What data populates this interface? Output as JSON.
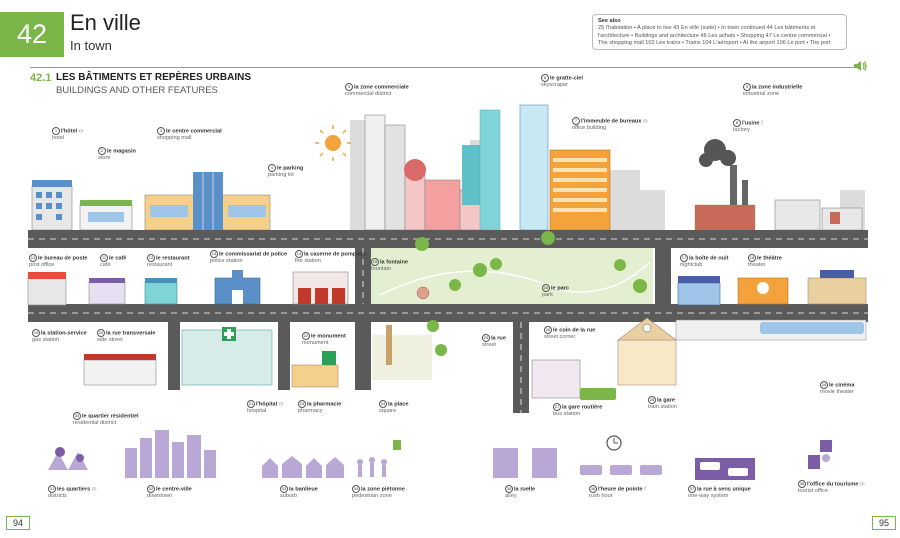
{
  "chapter": {
    "number": "42",
    "title_fr": "En ville",
    "title_en": "In town"
  },
  "see_also": {
    "heading": "See also",
    "text": "25 l'habitation • A place to live 43 En ville (suite) • In town continued 44 Les bâtiments et l'architecture • Buildings and architecture 46 Les achats • Shopping 47 Le centre commercial • The shopping mall 102 Les trains • Trains 104 L'aéroport • At the airport 106 Le port • The port"
  },
  "section": {
    "number": "42.1",
    "title_fr": "LES BÂTIMENTS ET REPÈRES URBAINS",
    "title_en": "BUILDINGS AND OTHER FEATURES"
  },
  "labels": [
    {
      "n": "1",
      "fr": "l'hôtel",
      "g": "m",
      "en": "hotel"
    },
    {
      "n": "2",
      "fr": "le magasin",
      "g": "",
      "en": "store"
    },
    {
      "n": "3",
      "fr": "le centre commercial",
      "g": "",
      "en": "shopping mall"
    },
    {
      "n": "4",
      "fr": "le parking",
      "g": "",
      "en": "parking lot"
    },
    {
      "n": "5",
      "fr": "la zone commerciale",
      "g": "",
      "en": "commercial district"
    },
    {
      "n": "6",
      "fr": "le gratte-ciel",
      "g": "",
      "en": "skyscraper"
    },
    {
      "n": "7",
      "fr": "l'immeuble de bureaux",
      "g": "m",
      "en": "office building"
    },
    {
      "n": "8",
      "fr": "l'usine",
      "g": "f",
      "en": "factory"
    },
    {
      "n": "9",
      "fr": "la zone industrielle",
      "g": "",
      "en": "industrial zone"
    },
    {
      "n": "10",
      "fr": "le bureau de poste",
      "g": "",
      "en": "post office"
    },
    {
      "n": "11",
      "fr": "le café",
      "g": "",
      "en": "café"
    },
    {
      "n": "12",
      "fr": "le restaurant",
      "g": "",
      "en": "restaurant"
    },
    {
      "n": "13",
      "fr": "le commissariat de police",
      "g": "",
      "en": "police station"
    },
    {
      "n": "14",
      "fr": "la caserne de pompiers",
      "g": "",
      "en": "fire station"
    },
    {
      "n": "15",
      "fr": "la fontaine",
      "g": "",
      "en": "fountain"
    },
    {
      "n": "16",
      "fr": "le parc",
      "g": "",
      "en": "park"
    },
    {
      "n": "17",
      "fr": "la boîte de nuit",
      "g": "",
      "en": "nightclub"
    },
    {
      "n": "18",
      "fr": "le théâtre",
      "g": "",
      "en": "theater"
    },
    {
      "n": "19",
      "fr": "la station-service",
      "g": "",
      "en": "gas station"
    },
    {
      "n": "20",
      "fr": "la rue transversale",
      "g": "",
      "en": "side street"
    },
    {
      "n": "21",
      "fr": "l'hôpital",
      "g": "m",
      "en": "hospital"
    },
    {
      "n": "22",
      "fr": "le monument",
      "g": "",
      "en": "monument"
    },
    {
      "n": "23",
      "fr": "la pharmacie",
      "g": "",
      "en": "pharmacy"
    },
    {
      "n": "24",
      "fr": "la place",
      "g": "",
      "en": "square"
    },
    {
      "n": "25",
      "fr": "la rue",
      "g": "",
      "en": "street"
    },
    {
      "n": "26",
      "fr": "le coin de la rue",
      "g": "",
      "en": "street corner"
    },
    {
      "n": "27",
      "fr": "la gare routière",
      "g": "",
      "en": "bus station"
    },
    {
      "n": "28",
      "fr": "la gare",
      "g": "",
      "en": "train station"
    },
    {
      "n": "29",
      "fr": "le cinéma",
      "g": "",
      "en": "movie theater"
    },
    {
      "n": "30",
      "fr": "le quartier résidentiel",
      "g": "",
      "en": "residential district"
    },
    {
      "n": "31",
      "fr": "les quartiers",
      "g": "m",
      "en": "districts"
    },
    {
      "n": "32",
      "fr": "le centre-ville",
      "g": "",
      "en": "downtown"
    },
    {
      "n": "33",
      "fr": "la banlieue",
      "g": "",
      "en": "suburb"
    },
    {
      "n": "34",
      "fr": "la zone piétonne",
      "g": "",
      "en": "pedestrian zone"
    },
    {
      "n": "35",
      "fr": "la ruelle",
      "g": "",
      "en": "alley"
    },
    {
      "n": "36",
      "fr": "l'heure de pointe",
      "g": "f",
      "en": "rush hour"
    },
    {
      "n": "37",
      "fr": "la rue à sens unique",
      "g": "",
      "en": "one-way system"
    },
    {
      "n": "38",
      "fr": "l'office du tourisme",
      "g": "m",
      "en": "tourist office"
    }
  ],
  "page_left": "94",
  "page_right": "95",
  "colors": {
    "accent": "#7ab648",
    "road": "#5a5a5a",
    "purple": "#7b5ea7",
    "orange": "#f4a23b"
  }
}
